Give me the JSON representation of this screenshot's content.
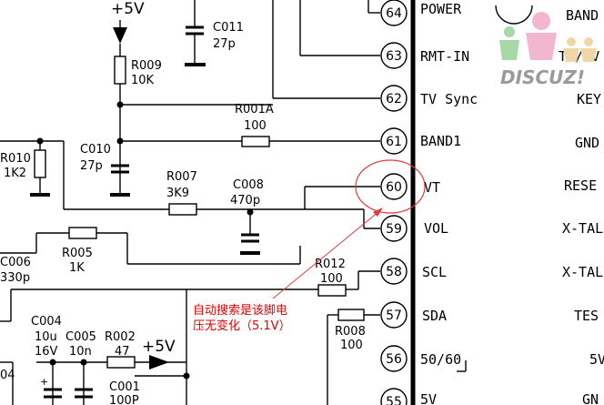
{
  "supply_top": "+5V",
  "supply_mid": "+5V",
  "components": {
    "R009": {
      "ref": "R009",
      "val": "10K"
    },
    "C011": {
      "ref": "C011",
      "val": "27p"
    },
    "R001A": {
      "ref": "R001A",
      "val": "100"
    },
    "R010": {
      "ref": "R010",
      "val": "1K2"
    },
    "C010": {
      "ref": "C010",
      "val": "27p"
    },
    "R007": {
      "ref": "R007",
      "val": "3K9"
    },
    "C008": {
      "ref": "C008",
      "val": "470p"
    },
    "C006": {
      "ref": "C006",
      "val": "330p"
    },
    "R005": {
      "ref": "R005",
      "val": "1K"
    },
    "R012": {
      "ref": "R012",
      "val": "100"
    },
    "R008": {
      "ref": "R008",
      "val": "100"
    },
    "C004": {
      "ref": "C004",
      "val": "10u",
      "val2": "16V"
    },
    "C005": {
      "ref": "C005",
      "val": "10n"
    },
    "R002": {
      "ref": "R002",
      "val": "47"
    },
    "C001": {
      "ref": "C001",
      "val": "100P"
    },
    "C04": {
      "ref": "04"
    }
  },
  "pins": [
    {
      "num": "64",
      "label": "POWER"
    },
    {
      "num": "63",
      "label": "RMT-IN"
    },
    {
      "num": "62",
      "label": "TV Sync"
    },
    {
      "num": "61",
      "label": "BAND1"
    },
    {
      "num": "60",
      "label": "VT"
    },
    {
      "num": "59",
      "label": "VOL"
    },
    {
      "num": "58",
      "label": "SCL"
    },
    {
      "num": "57",
      "label": "SDA"
    },
    {
      "num": "56",
      "label": "50/60"
    },
    {
      "num": "55",
      "label": "5V"
    }
  ],
  "right_pins": [
    "BAND",
    "TV/AV",
    "KEY",
    "GND",
    "RESE",
    "X-TAL",
    "X-TAL",
    "TES",
    "5V",
    "GN"
  ],
  "annotation": {
    "line1": "自动搜索是该脚电",
    "line2": "压无变化（5.1V）"
  },
  "watermark": "DISCUZ!",
  "colors": {
    "note": "#e00000",
    "wire": "#000000"
  }
}
